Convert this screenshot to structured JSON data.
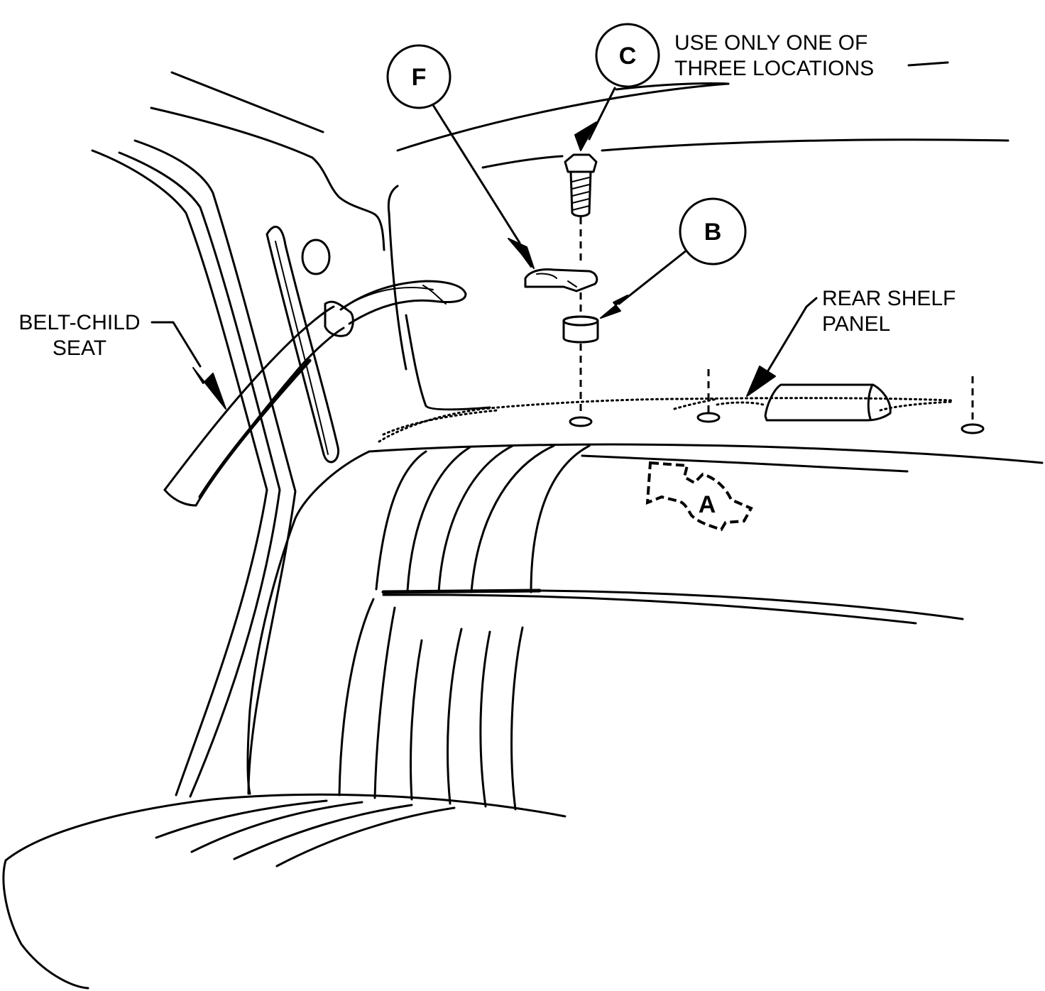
{
  "callouts": {
    "c": "C",
    "f": "F",
    "b": "B",
    "a": "A"
  },
  "labels": {
    "locations_note_line1": "USE ONLY ONE OF",
    "locations_note_line2": "THREE LOCATIONS",
    "belt_child_seat_line1": "BELT-CHILD",
    "belt_child_seat_line2": "SEAT",
    "rear_shelf_panel_line1": "REAR SHELF",
    "rear_shelf_panel_line2": "PANEL"
  }
}
